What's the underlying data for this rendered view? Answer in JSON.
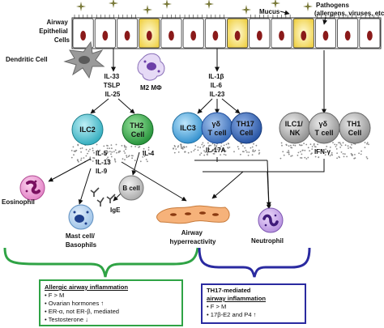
{
  "labels": {
    "epithelial": [
      "Airway",
      "Epithelial",
      "Cells"
    ],
    "mucus": "Mucus",
    "pathogens": [
      "Pathogens",
      "(allergens, viruses, etc)"
    ],
    "dendritic": "Dendritic Cell",
    "cytokines_left": [
      "IL-33",
      "TSLP",
      "IL-25"
    ],
    "m2": "M2 MΦ",
    "cytokines_mid": [
      "IL-1β",
      "IL-6",
      "IL-23"
    ],
    "ilc2": "ILC2",
    "th2": [
      "TH2",
      "Cell"
    ],
    "ilc3": "ILC3",
    "gd_mid": [
      "γδ",
      "T cell"
    ],
    "th17": [
      "TH17",
      "Cell"
    ],
    "ilc1": [
      "ILC1/",
      "NK"
    ],
    "gd_right": [
      "γδ",
      "T cell"
    ],
    "th1": [
      "TH1",
      "Cell"
    ],
    "il_th2": [
      "IL-5",
      "IL-13",
      "IL-9"
    ],
    "il4": "IL-4",
    "il17a": "IL-17A",
    "ifng": "IFN-γ",
    "eosinophil": "Eosinophil",
    "bcell": "B cell",
    "ige": "IgE",
    "mast": [
      "Mast cell/",
      "Basophils"
    ],
    "airway": [
      "Airway",
      "hyperreactivity"
    ],
    "neutrophil": "Neutrophil"
  },
  "allergic_box": {
    "title": "Allergic airway inflammation",
    "items": [
      "• F > M",
      "• Ovarian hormones ↑",
      "• ER-α, not ER-β, mediated",
      "• Testosterone ↓"
    ]
  },
  "th17_box": {
    "title_line1": "TH17-mediated",
    "title_line2": "airway inflammation",
    "items": [
      "• F > M",
      "• 17β-E2 and P4 ↑"
    ]
  },
  "colors": {
    "ilc2": "#3fb9c9",
    "th2": "#22a33c",
    "ilc3": "#3aa0d6",
    "th17": "#2f6fc2",
    "grey_cells": "#9a9a9a",
    "eosinophil": "#d04fa6",
    "neutrophil": "#6d3fae",
    "mast": "#6fa7d8",
    "bcell": "#b9b9b9",
    "nucleus": "#8a1a1a",
    "mucus_star": "#7a7a3a",
    "airway_muscle": "#f2a56b",
    "bracket_green": "#2fa345",
    "bracket_blue": "#2a2aa0"
  }
}
